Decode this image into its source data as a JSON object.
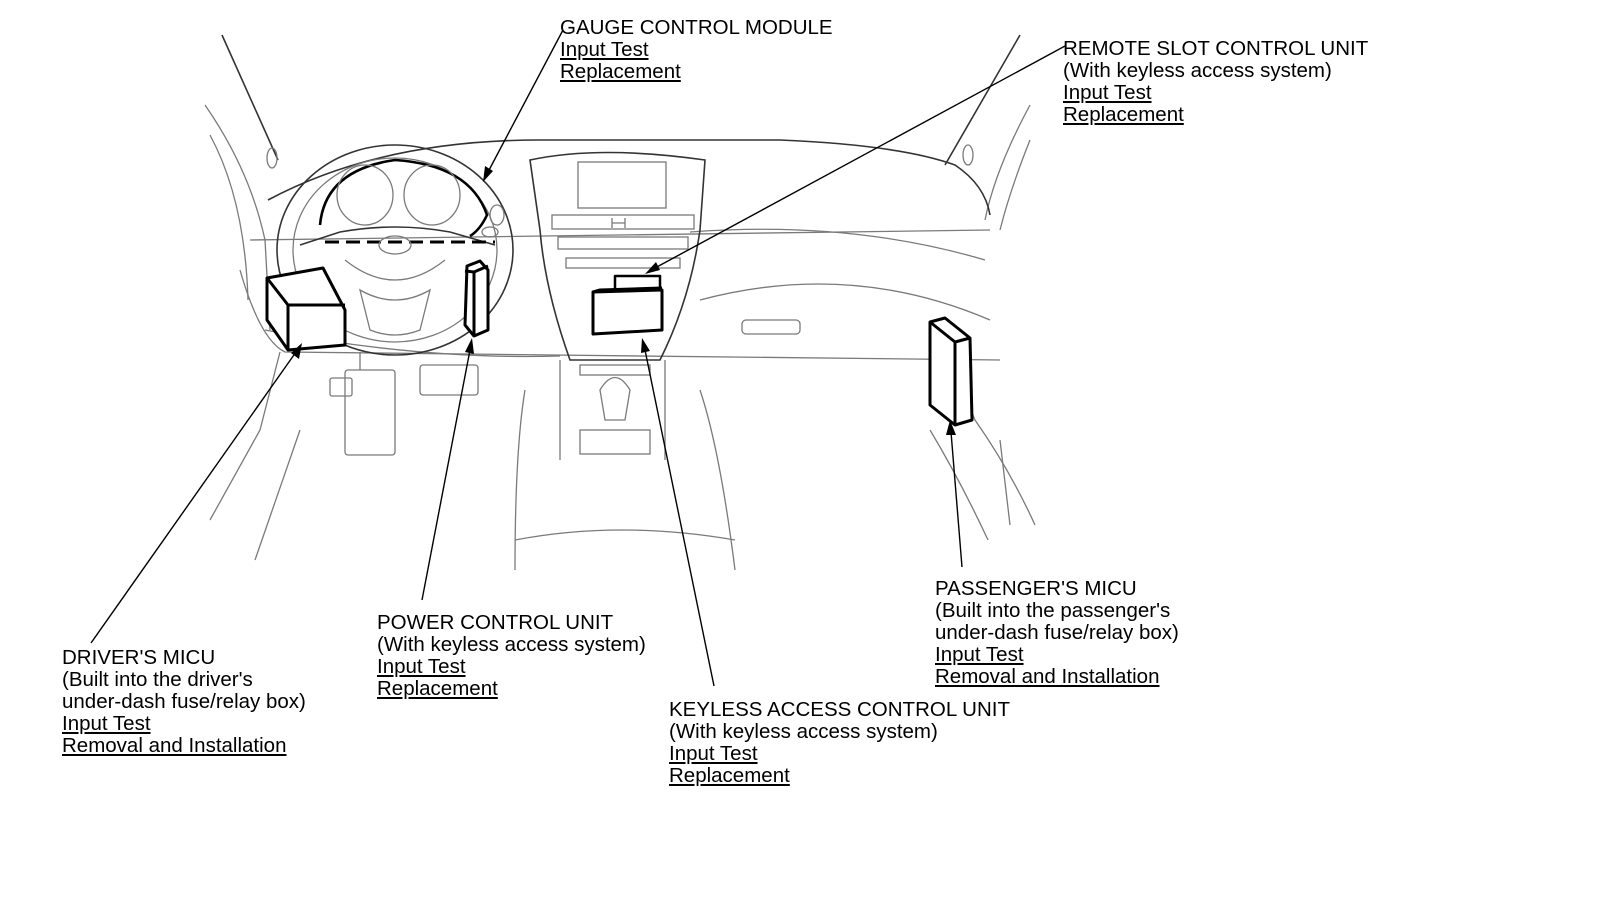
{
  "callouts": {
    "gauge": {
      "title": "GAUGE CONTROL MODULE",
      "links": [
        "Input Test",
        "Replacement"
      ]
    },
    "remote_slot": {
      "title": "REMOTE SLOT CONTROL UNIT",
      "note": "(With keyless access system)",
      "links": [
        "Input Test",
        "Replacement"
      ]
    },
    "drivers_micu": {
      "title": "DRIVER'S MICU",
      "note1": "(Built into the driver's",
      "note2": "under-dash fuse/relay box)",
      "links": [
        "Input Test",
        "Removal and Installation"
      ]
    },
    "power_control": {
      "title": "POWER CONTROL UNIT",
      "note": "(With keyless access system)",
      "links": [
        "Input Test",
        "Replacement"
      ]
    },
    "keyless_access": {
      "title": "KEYLESS ACCESS CONTROL UNIT",
      "note": "(With keyless access system)",
      "links": [
        "Input Test",
        "Replacement"
      ]
    },
    "passengers_micu": {
      "title": "PASSENGER'S MICU",
      "note1": "(Built into the passenger's",
      "note2": "under-dash fuse/relay box)",
      "links": [
        "Input Test",
        "Removal and Installation"
      ]
    }
  }
}
